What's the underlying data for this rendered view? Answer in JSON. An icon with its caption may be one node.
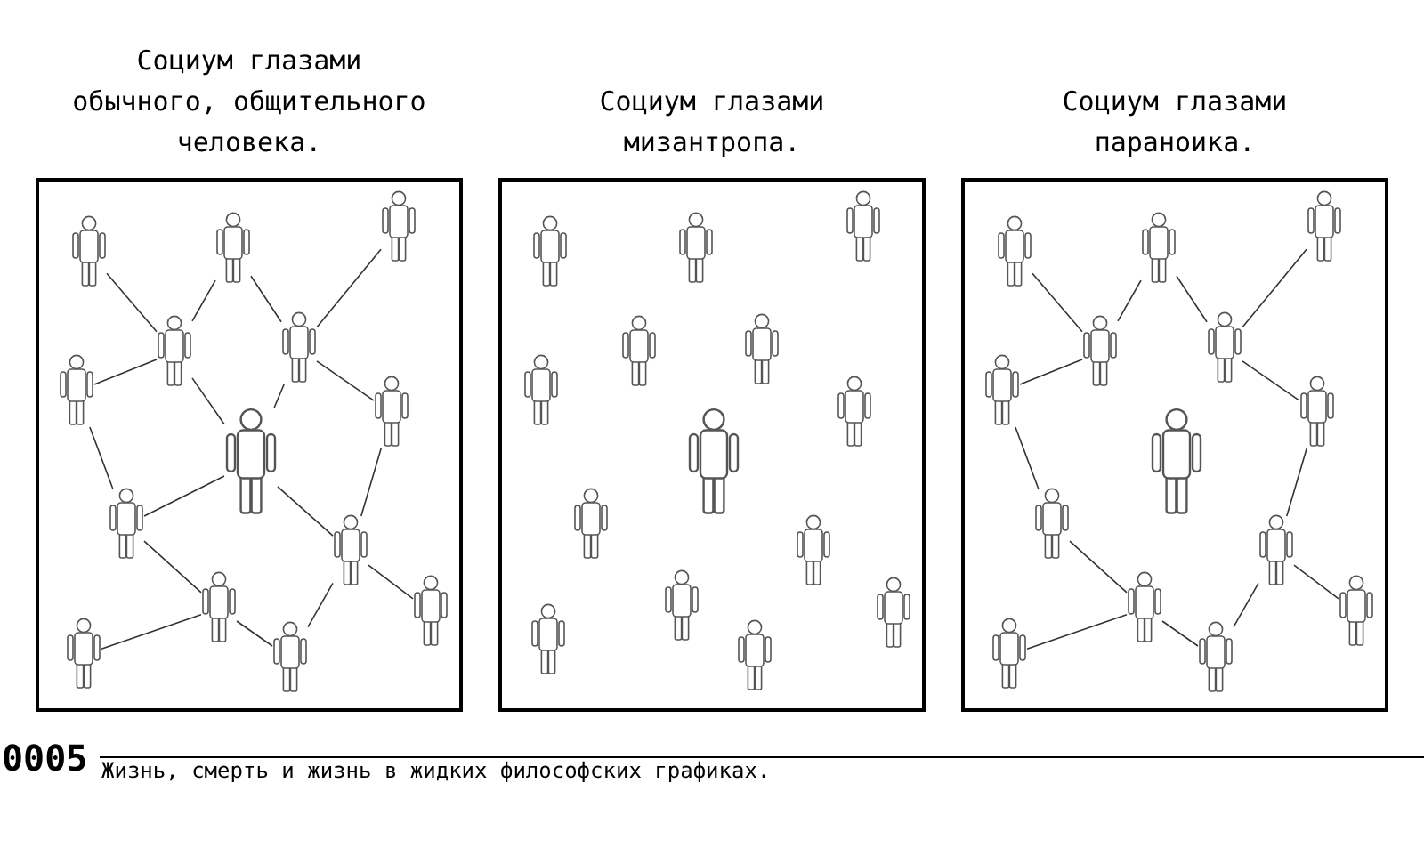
{
  "diagram": {
    "caption": "Жизнь, смерть и жизнь в жидких философских графиках.",
    "nodes": [
      {
        "text": [
          "Социум глазами обычного, общительного человека."
        ]
      },
      {
        "text": [],
        "shape": "person",
        "in": 0
      },
      {
        "text": [],
        "shape": "person",
        "in": 0
      },
      {
        "text": [],
        "shape": "person",
        "in": 0
      },
      {
        "text": [],
        "shape": "person",
        "in": 0
      },
      {
        "text": [],
        "shape": "person",
        "in": 0
      },
      {
        "text": [],
        "shape": "person",
        "in": 0
      },
      {
        "text": [],
        "shape": "person",
        "in": 0
      },
      {
        "text": [],
        "shape": "person",
        "in": 0
      },
      {
        "text": [],
        "shape": "person",
        "in": 0
      },
      {
        "text": [],
        "shape": "person",
        "in": 0
      },
      {
        "text": [],
        "shape": "person",
        "in": 0
      },
      {
        "text": [],
        "shape": "person",
        "in": 0
      },
      {
        "text": [],
        "shape": "person",
        "in": 0
      },
      {
        "text": [],
        "shape": "person",
        "in": 0
      },
      {
        "text": [
          "Социум глазами мизантропа."
        ]
      },
      {
        "text": [],
        "shape": "person",
        "in": 15
      },
      {
        "text": [],
        "shape": "person",
        "in": 15
      },
      {
        "text": [],
        "shape": "person",
        "in": 15
      },
      {
        "text": [],
        "shape": "person",
        "in": 15
      },
      {
        "text": [],
        "shape": "person",
        "in": 15
      },
      {
        "text": [],
        "shape": "person",
        "in": 15
      },
      {
        "text": [],
        "shape": "person",
        "in": 15
      },
      {
        "text": [],
        "shape": "person",
        "in": 15
      },
      {
        "text": [],
        "shape": "person",
        "in": 15
      },
      {
        "text": [],
        "shape": "person",
        "in": 15
      },
      {
        "text": [],
        "shape": "person",
        "in": 15
      },
      {
        "text": [],
        "shape": "person",
        "in": 15
      },
      {
        "text": [],
        "shape": "person",
        "in": 15
      },
      {
        "text": [],
        "shape": "person",
        "in": 15
      },
      {
        "text": [
          "Социум глазами параноика."
        ]
      },
      {
        "text": [],
        "shape": "person",
        "in": 30
      },
      {
        "text": [],
        "shape": "person",
        "in": 30
      },
      {
        "text": [],
        "shape": "person",
        "in": 30
      },
      {
        "text": [],
        "shape": "person",
        "in": 30
      },
      {
        "text": [],
        "shape": "person",
        "in": 30
      },
      {
        "text": [],
        "shape": "person",
        "in": 30
      },
      {
        "text": [],
        "shape": "person",
        "in": 30
      },
      {
        "text": [],
        "shape": "person",
        "in": 30
      },
      {
        "text": [],
        "shape": "person",
        "in": 30
      },
      {
        "text": [],
        "shape": "person",
        "in": 30
      },
      {
        "text": [],
        "shape": "person",
        "in": 30
      },
      {
        "text": [],
        "shape": "person",
        "in": 30
      },
      {
        "text": [],
        "shape": "person",
        "in": 30
      },
      {
        "text": [],
        "shape": "person",
        "in": 30
      }
    ],
    "edges": [
      {
        "from": 1,
        "to": 4,
        "arrow": "none"
      },
      {
        "from": 4,
        "to": 2,
        "arrow": "none"
      },
      {
        "from": 2,
        "to": 5,
        "arrow": "none"
      },
      {
        "from": 5,
        "to": 3,
        "arrow": "none"
      },
      {
        "from": 5,
        "to": 7,
        "arrow": "none"
      },
      {
        "from": 4,
        "to": 6,
        "arrow": "none"
      },
      {
        "from": 6,
        "to": 9,
        "arrow": "none"
      },
      {
        "from": 7,
        "to": 10,
        "arrow": "none"
      },
      {
        "from": 10,
        "to": 12,
        "arrow": "none"
      },
      {
        "from": 9,
        "to": 11,
        "arrow": "none"
      },
      {
        "from": 11,
        "to": 14,
        "arrow": "none"
      },
      {
        "from": 13,
        "to": 11,
        "arrow": "none"
      },
      {
        "from": 14,
        "to": 10,
        "arrow": "none"
      },
      {
        "from": 4,
        "to": 8,
        "arrow": "none"
      },
      {
        "from": 5,
        "to": 8,
        "arrow": "none"
      },
      {
        "from": 9,
        "to": 8,
        "arrow": "none"
      },
      {
        "from": 10,
        "to": 8,
        "arrow": "none"
      },
      {
        "from": 31,
        "to": 34,
        "arrow": "none"
      },
      {
        "from": 34,
        "to": 32,
        "arrow": "none"
      },
      {
        "from": 32,
        "to": 35,
        "arrow": "none"
      },
      {
        "from": 35,
        "to": 33,
        "arrow": "none"
      },
      {
        "from": 35,
        "to": 37,
        "arrow": "none"
      },
      {
        "from": 34,
        "to": 36,
        "arrow": "none"
      },
      {
        "from": 36,
        "to": 39,
        "arrow": "none"
      },
      {
        "from": 37,
        "to": 40,
        "arrow": "none"
      },
      {
        "from": 40,
        "to": 42,
        "arrow": "none"
      },
      {
        "from": 39,
        "to": 41,
        "arrow": "none"
      },
      {
        "from": 41,
        "to": 44,
        "arrow": "none"
      },
      {
        "from": 43,
        "to": 41,
        "arrow": "none"
      },
      {
        "from": 44,
        "to": 40,
        "arrow": "none"
      }
    ],
    "labels": [
      "0005"
    ]
  }
}
